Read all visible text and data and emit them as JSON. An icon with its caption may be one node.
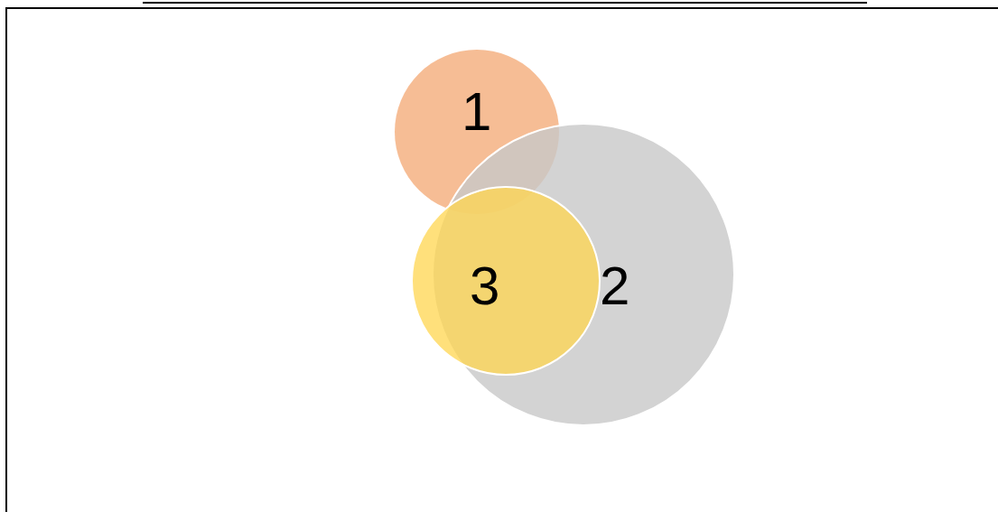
{
  "diagram": {
    "nodes": [
      {
        "text": [
          "1"
        ]
      },
      {
        "text": [
          "2"
        ]
      },
      {
        "text": [
          "3"
        ]
      }
    ],
    "edges": []
  }
}
